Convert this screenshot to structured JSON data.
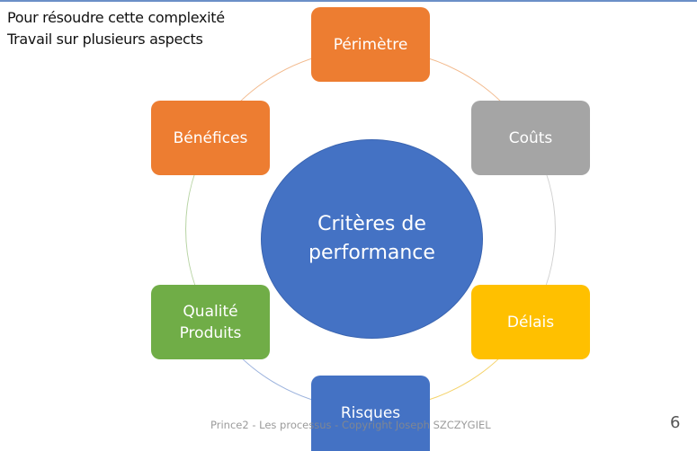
{
  "slide": {
    "heading_line1": "Pour résoudre cette complexité",
    "heading_line2": "Travail sur plusieurs aspects",
    "center_line1": "Critères de",
    "center_line2": "performance",
    "boxes": [
      {
        "label": "Périmètre",
        "color": "#ed7d31"
      },
      {
        "label": "Coûts",
        "color": "#a5a5a5"
      },
      {
        "label": "Délais",
        "color": "#ffc000"
      },
      {
        "label": "Risques",
        "color": "#4472c4"
      },
      {
        "label_line1": "Qualité",
        "label_line2": "Produits",
        "color": "#70ad47"
      },
      {
        "label": "Bénéfices",
        "color": "#ed7d31"
      }
    ],
    "footer": "Prince2 - Les processus  - Copyright Joseph SZCZYGIEL",
    "page_number": "6"
  }
}
